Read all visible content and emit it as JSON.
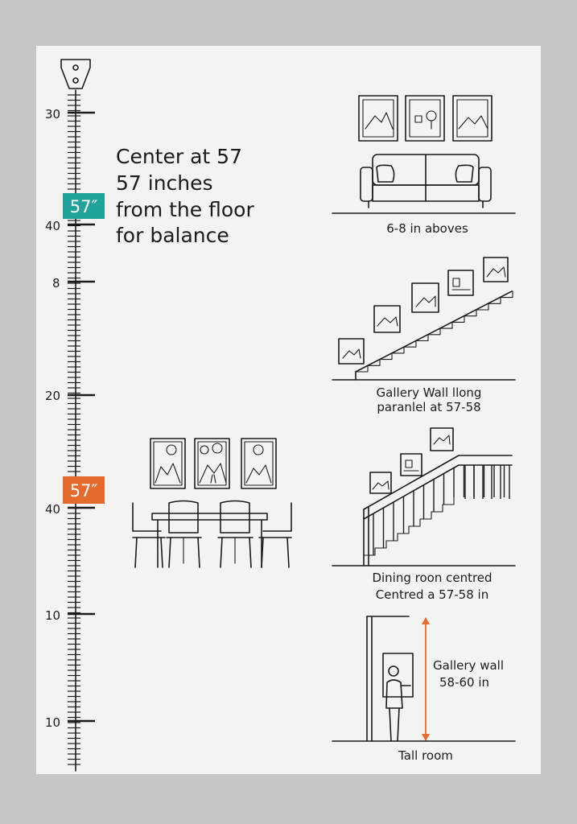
{
  "ruler": {
    "labels": [
      "30",
      "40",
      "8",
      "20",
      "40",
      "10",
      "10"
    ],
    "badge_top": "57″",
    "badge_bottom": "57″"
  },
  "headline": {
    "lines": [
      "Center at 57",
      "57 inches",
      "from the floor",
      "for balance"
    ]
  },
  "captions": {
    "sofa": "6-8 in aboves",
    "stairs_1": "Gallery Wall llong",
    "stairs_2": "paranlel at 57-58",
    "dining_1": "Dining roon centred",
    "dining_2": "Centred a 57-58 in",
    "tall_1": "Gallery wall",
    "tall_2": "58-60 in",
    "tall_3": "Tall room"
  },
  "colors": {
    "teal": "#21a39b",
    "orange": "#e56b2d",
    "ink": "#1b1b1b",
    "paper": "#f3f3f2",
    "background": "#c6c6c6"
  },
  "icons": [
    "tape-hook-icon",
    "sofa-icon",
    "framed-picture-icon",
    "staircase-icon",
    "dining-table-icon",
    "chair-icon",
    "person-icon"
  ]
}
